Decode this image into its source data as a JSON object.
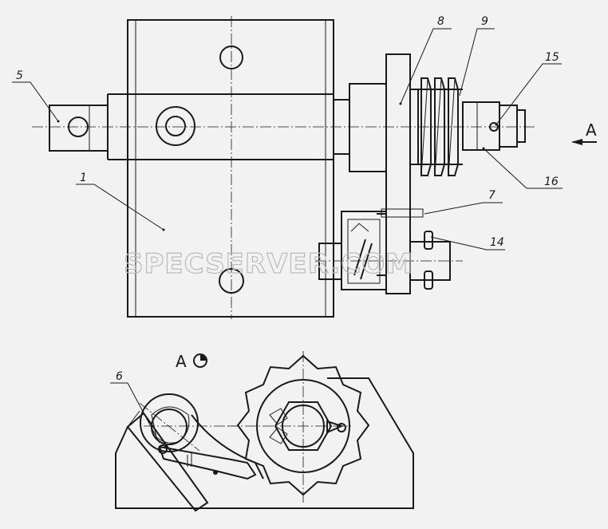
{
  "callouts": {
    "c1": "1",
    "c5": "5",
    "c6": "6",
    "c7": "7",
    "c8": "8",
    "c9": "9",
    "c14": "14",
    "c15": "15",
    "c16": "16"
  },
  "view_arrow_label": "A",
  "view_title": "A",
  "watermark": "SPECSERVER.COM"
}
